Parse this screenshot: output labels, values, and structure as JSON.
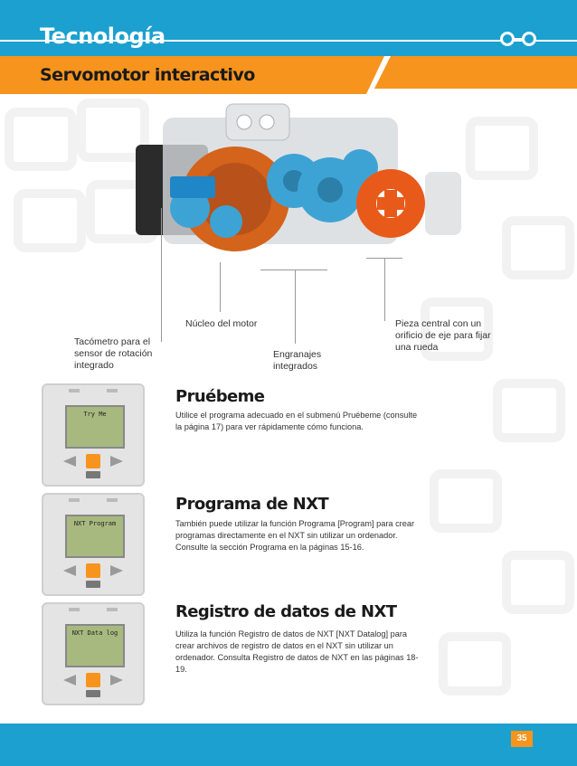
{
  "header": {
    "title": "Tecnología",
    "subtitle": "Servomotor interactivo"
  },
  "callouts": {
    "tacometro": "Tacómetro para el sensor de rotación integrado",
    "nucleo": "Núcleo del motor",
    "engranajes": "Engranajes integrados",
    "pieza": "Pieza central con un orificio de eje para fijar una rueda"
  },
  "sections": [
    {
      "title": "Pruébeme",
      "body": "Utilice el programa adecuado en el submenú Pruébeme (consulte la página 17) para ver rápidamente cómo funciona.",
      "screen": "Try Me"
    },
    {
      "title": "Programa de NXT",
      "body": "También puede utilizar la función Programa [Program] para crear programas directamente en el NXT sin utilizar un ordenador. Consulte la sección Programa en la páginas 15-16.",
      "screen": "NXT Program"
    },
    {
      "title": "Registro de datos de NXT",
      "body": "Utiliza la función Registro de datos de NXT [NXT Datalog] para crear archivos de registro de datos en el NXT sin utilizar un ordenador. Consulta Registro de datos de NXT en las páginas 18-19.",
      "screen": "NXT Data log"
    }
  ],
  "footer": {
    "page_number": "35"
  },
  "colors": {
    "blue": "#1ba0cf",
    "orange": "#f7941d"
  }
}
